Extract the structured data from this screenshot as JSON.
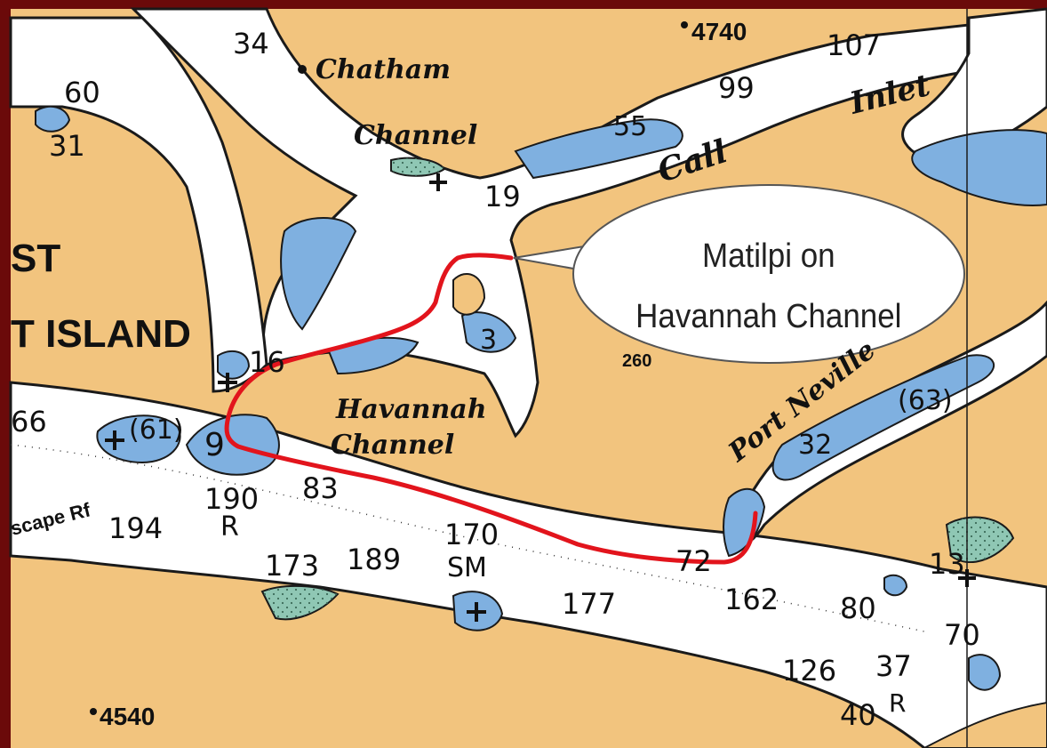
{
  "colors": {
    "frame": "#6b0a0a",
    "land": "#f2c47e",
    "water": "#ffffff",
    "shoal": "#7fb0e0",
    "drying": "#8fc7b4",
    "route": "#e2141c",
    "coast": "#1a1a1a",
    "callout_fill": "#ffffff",
    "callout_stroke": "#555555"
  },
  "place_labels": {
    "chatham": "Chatham",
    "channel": "Channel",
    "call": "Call",
    "inlet": "Inlet",
    "havannah": "Havannah",
    "havannah_channel": "Channel",
    "port_neville": "Port Neville",
    "island_a": "ST",
    "island_b": "T ISLAND",
    "cape": "scape Rf",
    "hidden_num": "260"
  },
  "depths": {
    "d34": "34",
    "d60": "60",
    "d31": "31",
    "d4740": "4740",
    "d107": "107",
    "d99": "99",
    "d55": "55",
    "d19": "19",
    "d16": "16",
    "d66": "66",
    "d61": "(61)",
    "d9": "9",
    "d190": "190",
    "dR1": "R",
    "d194": "194",
    "d83": "83",
    "d173": "173",
    "d189": "189",
    "d170": "170",
    "dSM": "SM",
    "d177": "177",
    "d72": "72",
    "d162": "162",
    "d80": "80",
    "d13": "13",
    "d70": "70",
    "d126": "126",
    "d37": "37",
    "d40": "40",
    "dR2": "R",
    "d4540": "4540",
    "d63": "(63)",
    "d32": "32",
    "d3": "3"
  },
  "callout": {
    "line1": "Matilpi on",
    "line2": "Havannah Channel"
  },
  "icons": {
    "danger": "rock-danger-icon",
    "anchor": "anchorage-dot-icon"
  }
}
